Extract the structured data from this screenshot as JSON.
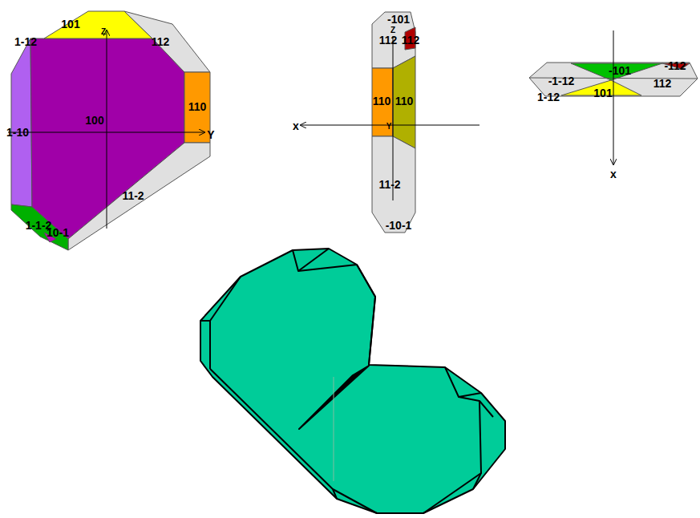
{
  "diagram": {
    "labels": [
      "101",
      "Z",
      "1-12",
      "112",
      "110",
      "1-10",
      "100",
      "Y",
      "11-2",
      "1-1-2",
      "10-1",
      "-101",
      "Z",
      "112",
      "112",
      "110",
      "Y",
      "110",
      "x",
      "11-2",
      "-10-1",
      "-1-12",
      "-101",
      "-112",
      "112",
      "1-12",
      "101",
      "x"
    ]
  }
}
